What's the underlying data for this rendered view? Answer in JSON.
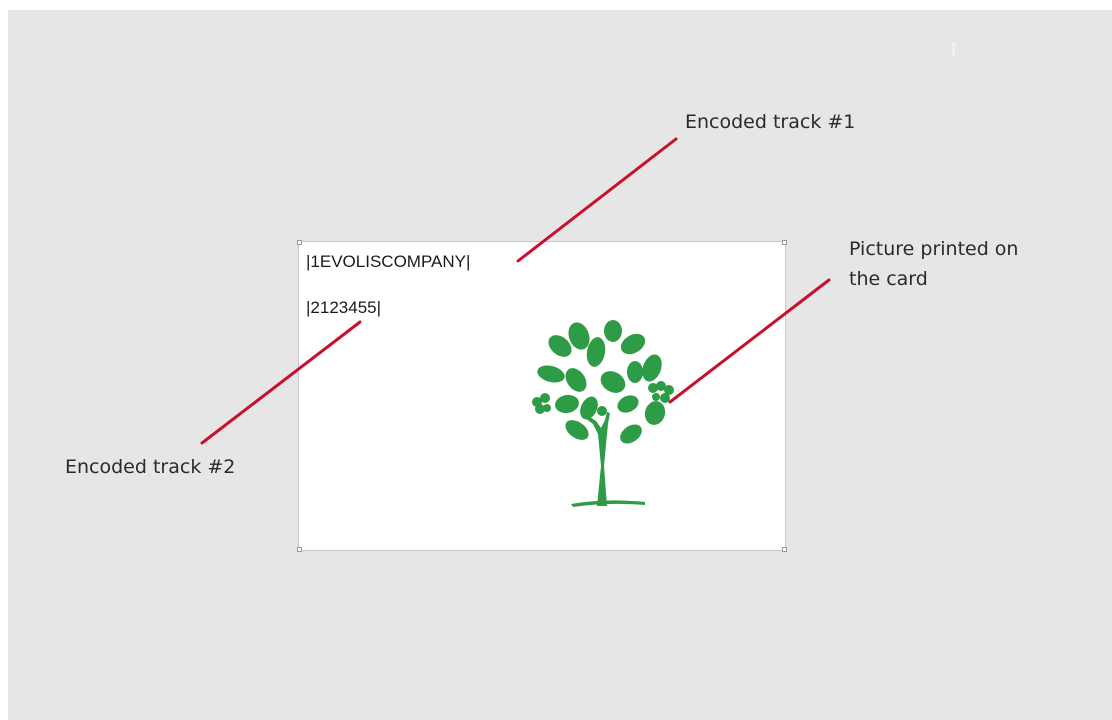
{
  "card": {
    "track1_text": "|1EVOLISCOMPANY|",
    "track2_text": "|2123455|",
    "picture_icon": "tree-with-leaves-and-person-icon",
    "picture_color": "#2e9b46"
  },
  "annotations": {
    "track1_label": "Encoded track #1",
    "track2_label": "Encoded track #2",
    "picture_label_line1": "Picture printed on",
    "picture_label_line2": "the card",
    "leader_color": "#c8102e"
  },
  "cursor_glyph": "I"
}
